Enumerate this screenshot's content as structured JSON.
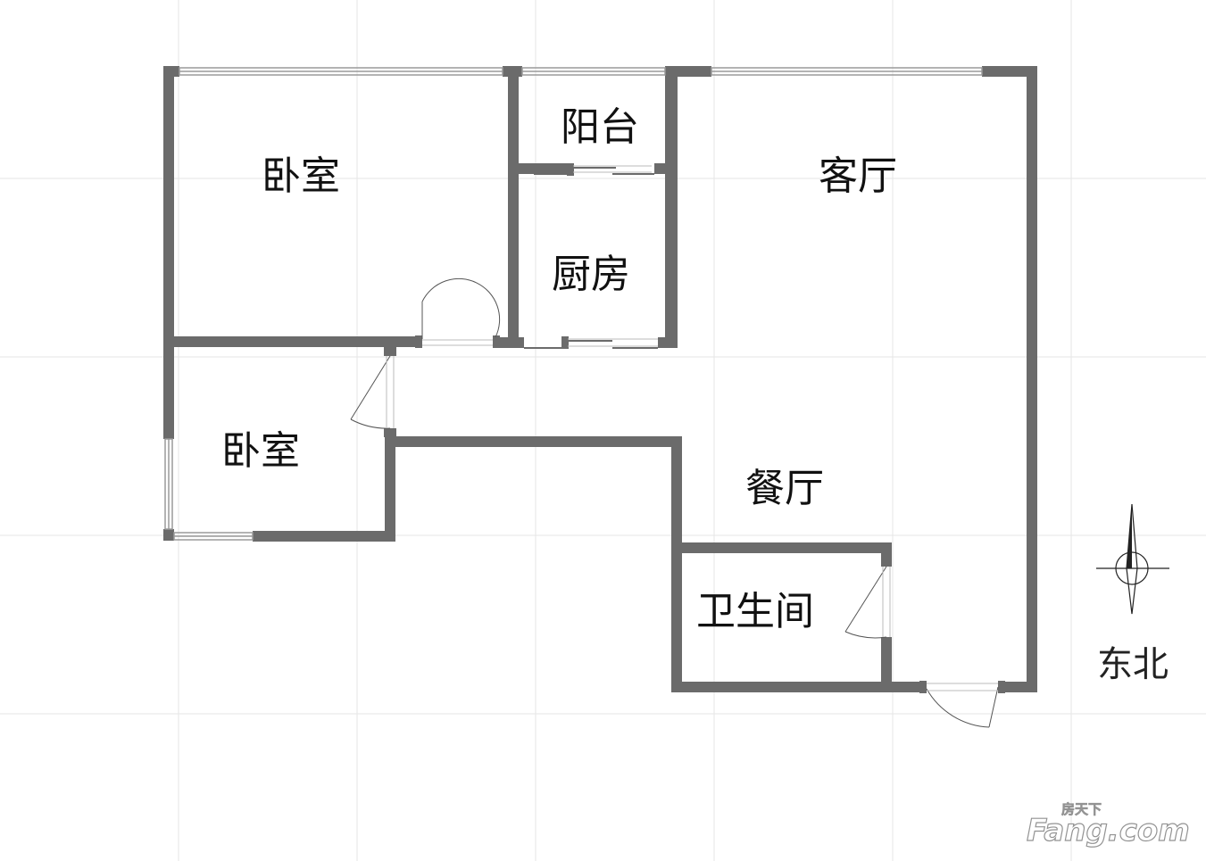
{
  "rooms": {
    "bedroom_main": "卧室",
    "balcony": "阳台",
    "living_room": "客厅",
    "kitchen": "厨房",
    "bedroom_second": "卧室",
    "dining_room": "餐厅",
    "bathroom": "卫生间"
  },
  "compass": {
    "orientation": "东北",
    "icon": "north-arrow-icon"
  },
  "watermark": {
    "brand_cn": "房天下",
    "brand_en": "Fang.com"
  },
  "colors": {
    "wall": "#6b6b6b",
    "grid": "#e6e6e6",
    "window": "#9a9a9a",
    "background": "#ffffff"
  }
}
